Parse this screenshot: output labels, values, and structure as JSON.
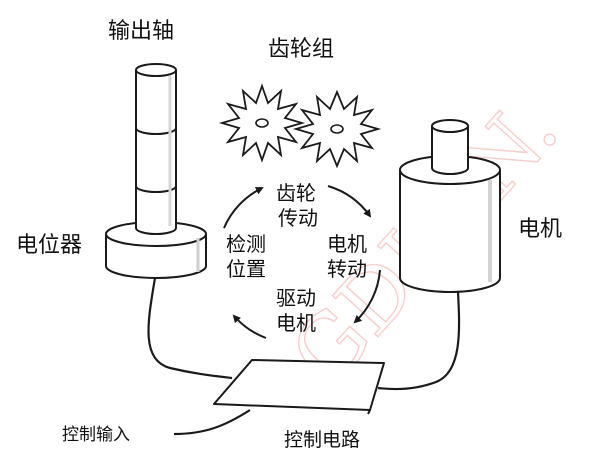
{
  "labels": {
    "output_shaft": "输出轴",
    "gear_set": "齿轮组",
    "potentiometer": "电位器",
    "motor": "电机",
    "control_circuit": "控制电路",
    "control_input": "控制输入"
  },
  "cycle": {
    "gear_drive": [
      "齿轮",
      "传动"
    ],
    "motor_rotate": [
      "电机",
      "转动"
    ],
    "drive_motor": [
      "驱动",
      "电机"
    ],
    "detect_position": [
      "检测",
      "位置"
    ]
  },
  "watermark": {
    "text": "GDLEN.",
    "color": "#f1a7a2"
  },
  "colors": {
    "line": "#1a1a1a",
    "fill": "#ffffff"
  }
}
